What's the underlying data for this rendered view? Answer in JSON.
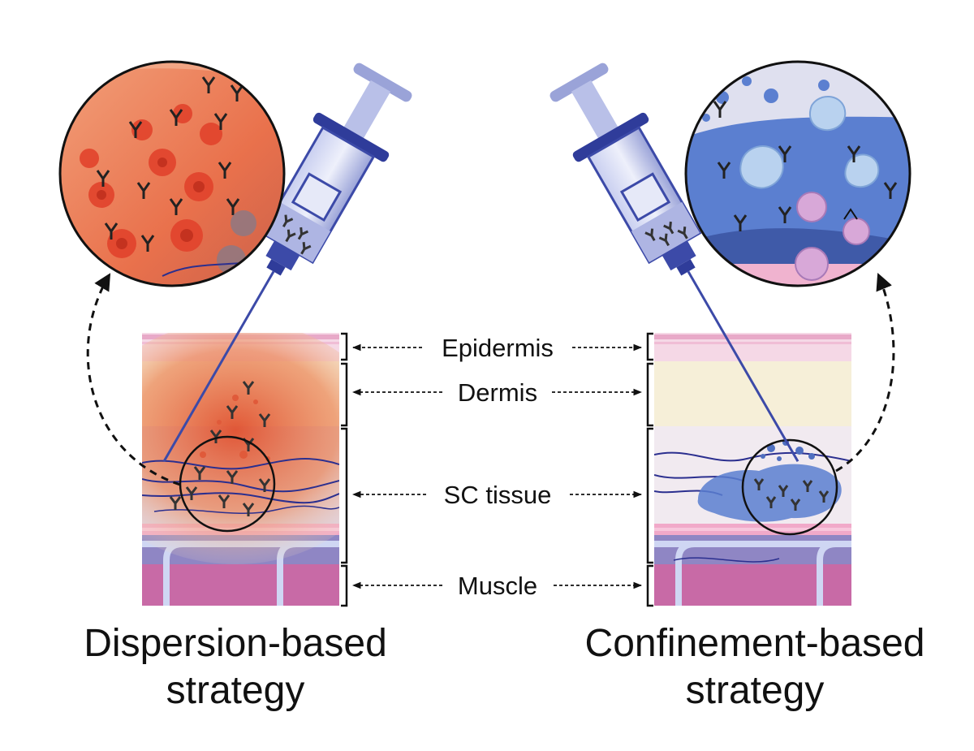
{
  "layers": {
    "epidermis": "Epidermis",
    "dermis": "Dermis",
    "sc_tissue": "SC tissue",
    "muscle": "Muscle"
  },
  "left_strategy": {
    "line1": "Dispersion-based",
    "line2": "strategy"
  },
  "right_strategy": {
    "line1": "Confinement-based",
    "line2": "strategy"
  },
  "colors": {
    "epidermis": "#f3cfe0",
    "dermis": "#f6efd8",
    "sc_tissue": "#c9c3e3",
    "muscle": "#c86aa6",
    "dispersion_glow": "#e8603c",
    "syringe": "#3c4aa8",
    "depot": "#5b7fd0"
  }
}
